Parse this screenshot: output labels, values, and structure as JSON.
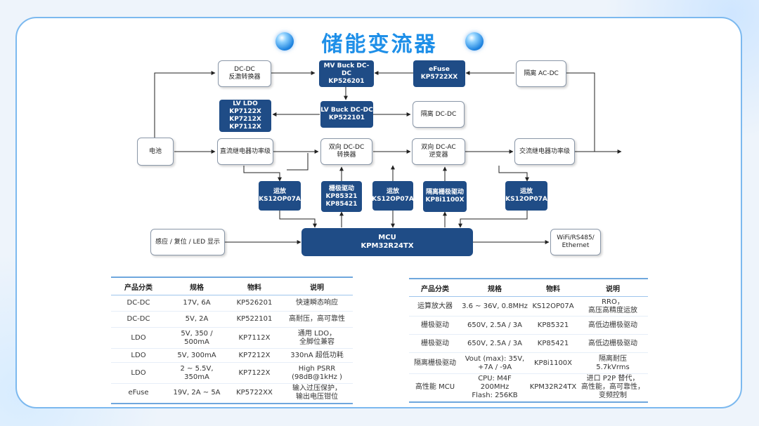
{
  "title": "储能变流器",
  "blocks": {
    "dcdc_flyback": "DC-DC\n反激转换器",
    "mv_buck": "MV Buck DC-DC\nKP526201",
    "efuse": "eFuse\nKP5722XX",
    "iso_acdc": "隔离 AC-DC",
    "lv_ldo": "LV LDO\nKP7122X\nKP7212X\nKP7112X",
    "lv_buck": "LV Buck DC-DC\nKP522101",
    "iso_dcdc": "隔离 DC-DC",
    "battery": "电池",
    "dc_relay": "直流继电器功率级",
    "bidir_dcdc": "双向 DC-DC\n转换器",
    "bidir_dcac": "双向 DC-AC\n逆变器",
    "ac_relay": "交流继电器功率级",
    "opamp1": "运放\nKS12OP07A",
    "gate_driver": "栅极驱动\nKP85321\nKP85421",
    "opamp2": "运放\nKS12OP07A",
    "iso_gate_driver": "隔离栅极驱动\nKP8i1100X",
    "opamp3": "运放\nKS12OP07A",
    "sense": "感应 / 复位 / LED 显示",
    "mcu": "MCU\nKPM32R24TX",
    "comm": "WiFi/RS485/\nEthernet"
  },
  "table_left": {
    "headers": [
      "产品分类",
      "规格",
      "物料",
      "说明"
    ],
    "rows": [
      [
        "DC-DC",
        "17V, 6A",
        "KP526201",
        "快速瞬态响应"
      ],
      [
        "DC-DC",
        "5V, 2A",
        "KP522101",
        "高耐压，高可靠性"
      ],
      [
        "LDO",
        "5V, 350 /\n500mA",
        "KP7112X",
        "通用 LDO，\n全脚位兼容"
      ],
      [
        "LDO",
        "5V, 300mA",
        "KP7212X",
        "330nA 超低功耗"
      ],
      [
        "LDO",
        "2 ~ 5.5V,\n350mA",
        "KP7122X",
        "High PSRR\n(98dB@1kHz )"
      ],
      [
        "eFuse",
        "19V, 2A ~ 5A",
        "KP5722XX",
        "输入过压保护，\n输出电压钳位"
      ]
    ]
  },
  "table_right": {
    "headers": [
      "产品分类",
      "规格",
      "物料",
      "说明"
    ],
    "rows": [
      [
        "运算放大器",
        "3.6 ~ 36V, 0.8MHz",
        "KS12OP07A",
        "RRO，\n高压高精度运放"
      ],
      [
        "栅极驱动",
        "650V, 2.5A / 3A",
        "KP85321",
        "高低边栅极驱动"
      ],
      [
        "栅极驱动",
        "650V, 2.5A / 3A",
        "KP85421",
        "高低边栅极驱动"
      ],
      [
        "隔离栅极驱动",
        "Vout (max): 35V,\n+7A / -9A",
        "KP8i1100X",
        "隔离耐压\n5.7kVrms"
      ],
      [
        "高性能 MCU",
        "CPU: M4F\n200MHz\nFlash: 256KB",
        "KPM32R24TX",
        "进口 P2P 替代，\n高性能，高可靠性，\n变频控制"
      ]
    ]
  }
}
